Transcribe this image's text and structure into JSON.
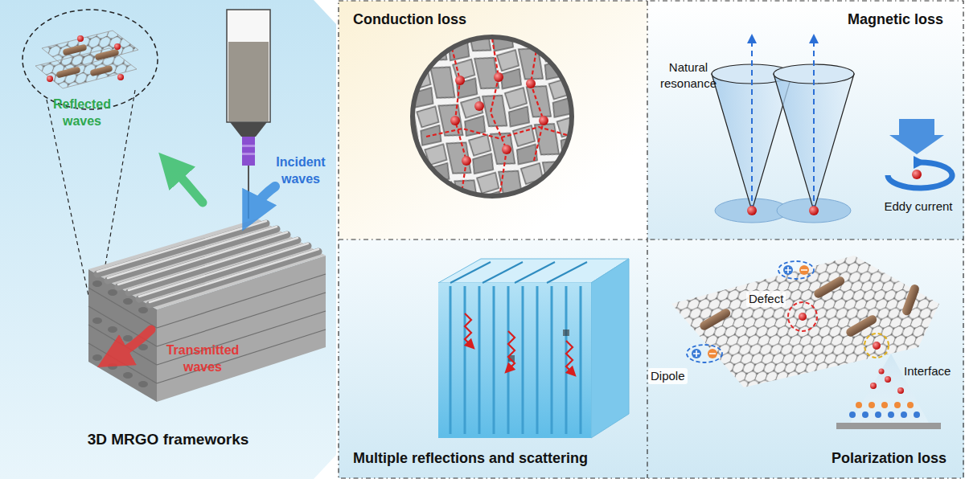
{
  "diagram": {
    "nodes": [
      {
        "text": [
          "3D MRGO frameworks"
        ]
      },
      {
        "text": [
          "Conduction loss"
        ]
      },
      {
        "text": [
          "Magnetic loss"
        ]
      },
      {
        "text": [
          "Multiple reflections and scattering"
        ]
      },
      {
        "text": [
          "Polarization loss"
        ]
      }
    ],
    "labels": [
      "Reflected waves",
      "Incident waves",
      "Transmitted waves",
      "Natural resonance",
      "Eddy current",
      "Defect",
      "Dipole",
      "Interface"
    ]
  }
}
